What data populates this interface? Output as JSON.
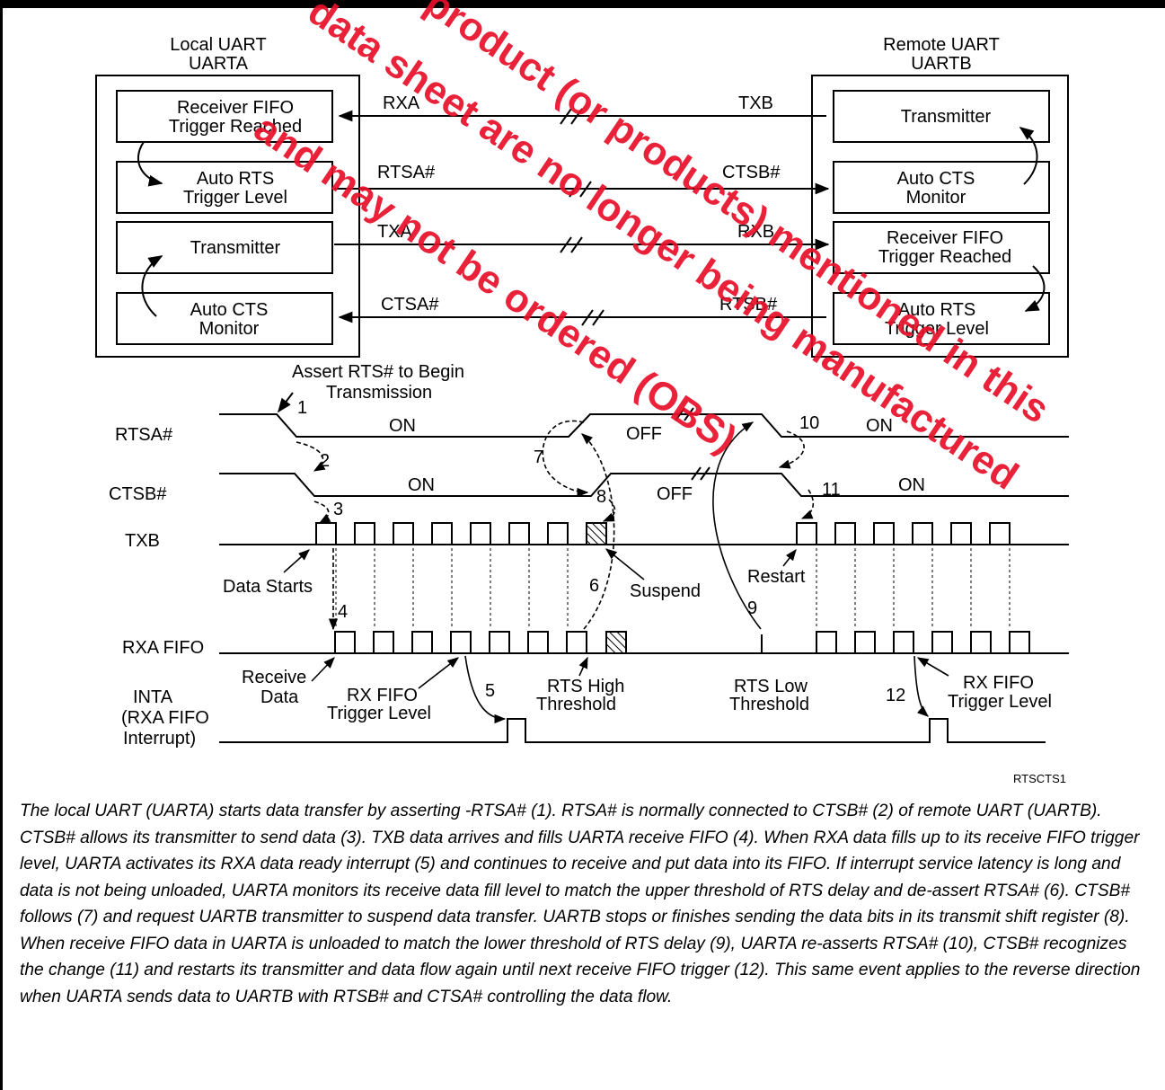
{
  "blocks": {
    "local_title_1": "Local UART",
    "local_title_2": "UARTA",
    "remote_title_1": "Remote UART",
    "remote_title_2": "UARTB",
    "local": [
      [
        "Receiver FIFO",
        "Trigger Reached"
      ],
      [
        "Auto RTS",
        "Trigger Level"
      ],
      [
        "Transmitter"
      ],
      [
        "Auto CTS",
        "Monitor"
      ]
    ],
    "remote": [
      [
        "Transmitter"
      ],
      [
        "Auto CTS",
        "Monitor"
      ],
      [
        "Receiver FIFO",
        "Trigger Reached"
      ],
      [
        "Auto RTS",
        "Trigger Level"
      ]
    ]
  },
  "links": [
    {
      "left": "RXA",
      "right": "TXB"
    },
    {
      "left": "RTSA#",
      "right": "CTSB#"
    },
    {
      "left": "TXA",
      "right": "RXB"
    },
    {
      "left": "CTSA#",
      "right": "RTSB#"
    }
  ],
  "timing": {
    "assert_1": "Assert RTS# to Begin",
    "assert_2": "Transmission",
    "signals": {
      "rtsa": "RTSA#",
      "ctsb": "CTSB#",
      "txb": "TXB",
      "rxa": "RXA FIFO",
      "inta_1": "INTA",
      "inta_2": "(RXA FIFO",
      "inta_3": "Interrupt)"
    },
    "states": {
      "on": "ON",
      "off": "OFF"
    },
    "steps": [
      "1",
      "2",
      "3",
      "4",
      "5",
      "6",
      "7",
      "8",
      "9",
      "10",
      "11",
      "12"
    ],
    "annotations": {
      "data_starts": "Data Starts",
      "suspend": "Suspend",
      "restart": "Restart",
      "receive_1": "Receive",
      "receive_2": "Data",
      "rxfifo_trig_1": "RX FIFO",
      "rxfifo_trig_2": "Trigger Level",
      "rts_high_1": "RTS High",
      "rts_high_2": "Threshold",
      "rts_low_1": "RTS Low",
      "rts_low_2": "Threshold",
      "rxfifo_trig_b_1": "RX FIFO",
      "rxfifo_trig_b_2": "Trigger Level"
    },
    "figure_id": "RTSCTS1"
  },
  "watermark": [
    "data sheet are no longer being manufactured",
    "and may not be ordered (OBS)",
    "The product (or products) mentioned in this"
  ],
  "caption": "The local UART (UARTA) starts data transfer by asserting -RTSA# (1). RTSA# is normally connected to CTSB# (2) of remote UART (UARTB). CTSB# allows its transmitter to send data (3). TXB data arrives and fills UARTA receive FIFO (4). When RXA data fills up to its receive FIFO trigger level, UARTA activates its RXA data ready interrupt (5) and continues to receive and put data into its FIFO. If interrupt service latency is long and data is not being unloaded, UARTA monitors its receive data fill level to match the upper threshold of RTS delay and de-assert RTSA# (6). CTSB# follows (7) and request UARTB transmitter to suspend data transfer. UARTB stops or finishes sending the data bits in its transmit shift register (8). When receive FIFO data in UARTA is unloaded to match the lower threshold of RTS delay (9), UARTA re-asserts RTSA# (10), CTSB# recognizes the change (11) and restarts its transmitter and data flow again until next receive FIFO trigger (12). This same event applies to the reverse direction when UARTA sends data to UARTB with RTSB# and CTSA# controlling the data flow."
}
